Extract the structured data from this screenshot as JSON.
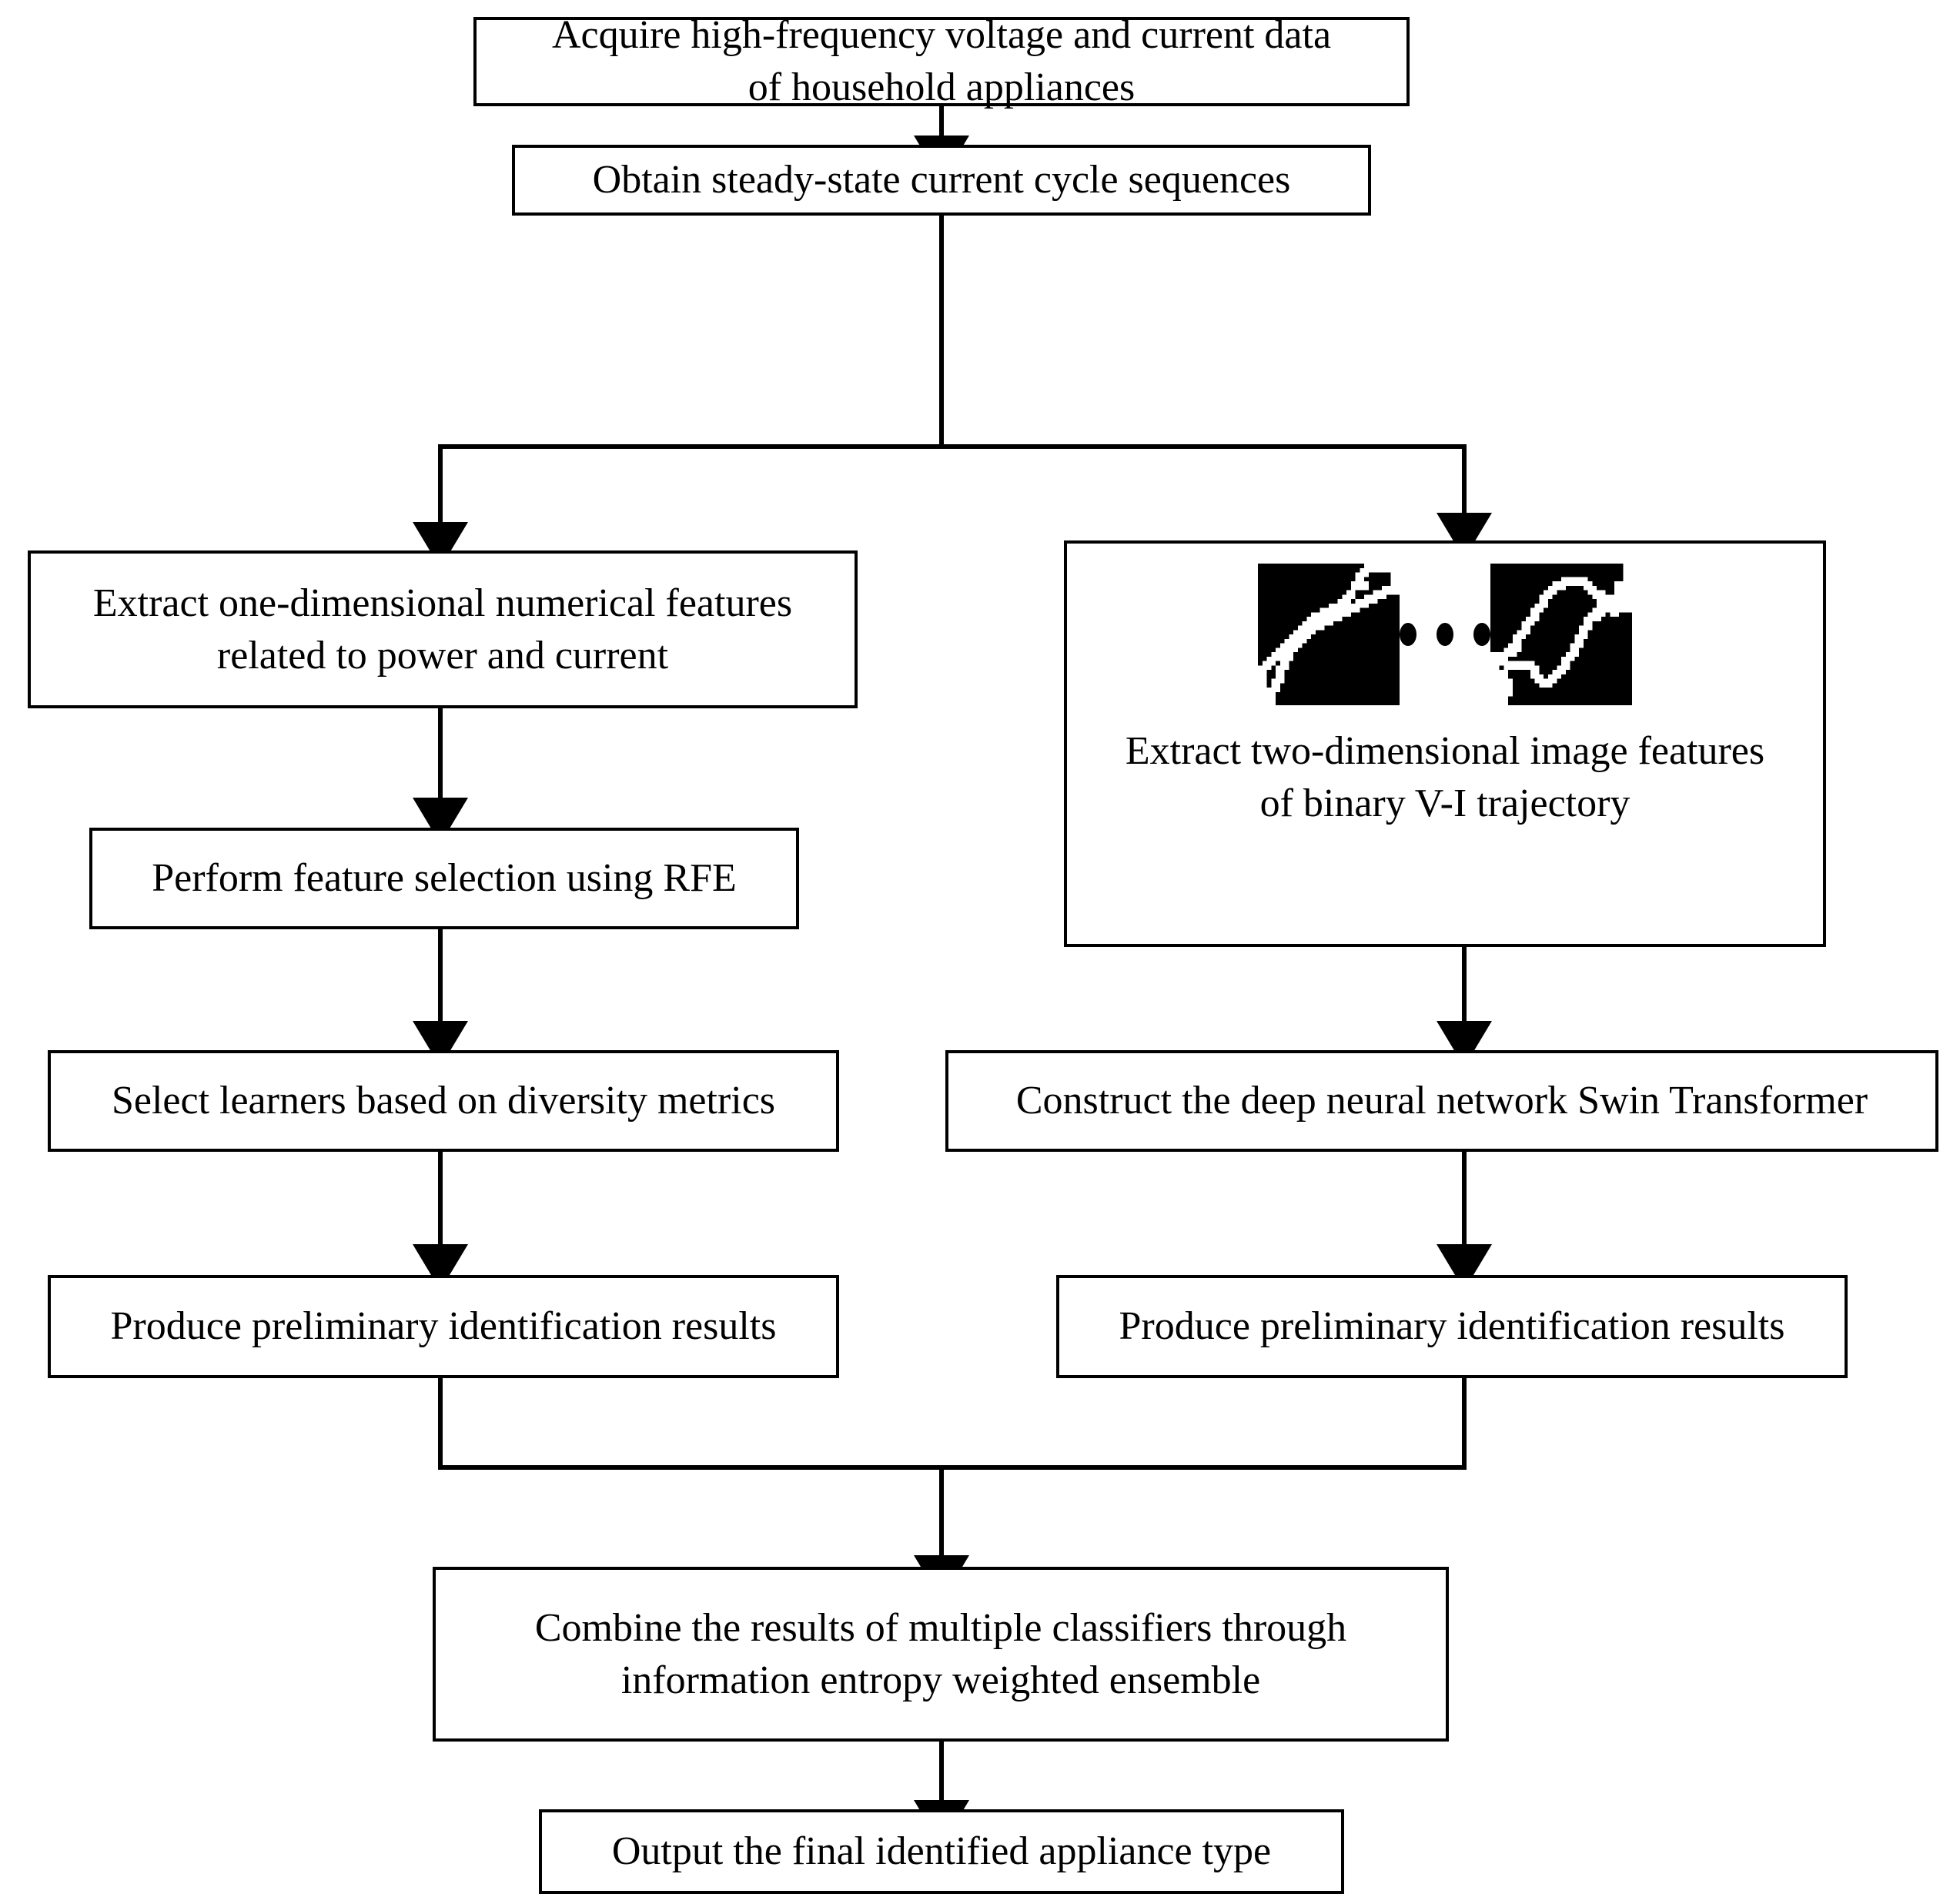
{
  "diagram": {
    "title": "Appliance identification method flowchart",
    "type": "flowchart",
    "orientation": "top-to-bottom",
    "stroke_color": "#000000",
    "fill_color": "#ffffff",
    "text_color": "#000000"
  },
  "nodes": {
    "acquire": {
      "label": "Acquire high-frequency voltage and current data\nof household appliances"
    },
    "steady_state": {
      "label": "Obtain steady-state current cycle sequences"
    },
    "extract_1d": {
      "label": "Extract one-dimensional numerical features\nrelated to power and current"
    },
    "extract_2d": {
      "label": "Extract two-dimensional  image features\nof binary V-I trajectory",
      "ellipsis": "• • •",
      "thumbnails": [
        {
          "name": "vi-trajectory-thumbnail-1",
          "description": "binary V-I trajectory, narrow diagonal loop"
        },
        {
          "name": "vi-trajectory-thumbnail-2",
          "description": "binary V-I trajectory, wide elliptical loop"
        }
      ]
    },
    "rfe": {
      "label": "Perform feature selection using RFE"
    },
    "diversity": {
      "label": "Select learners based on diversity metrics"
    },
    "swin": {
      "label": "Construct the deep neural network Swin Transformer"
    },
    "prelim_left": {
      "label": "Produce preliminary identification results"
    },
    "prelim_right": {
      "label": "Produce preliminary identification results"
    },
    "combine": {
      "label": "Combine the results of multiple classifiers through\ninformation entropy weighted ensemble"
    },
    "output": {
      "label": "Output the final identified appliance type"
    }
  },
  "edges": [
    {
      "from": "acquire",
      "to": "steady_state",
      "kind": "arrow-down"
    },
    {
      "from": "steady_state",
      "to": "extract_1d",
      "kind": "split-left"
    },
    {
      "from": "steady_state",
      "to": "extract_2d",
      "kind": "split-right"
    },
    {
      "from": "extract_1d",
      "to": "rfe",
      "kind": "arrow-down"
    },
    {
      "from": "rfe",
      "to": "diversity",
      "kind": "arrow-down"
    },
    {
      "from": "diversity",
      "to": "prelim_left",
      "kind": "arrow-down"
    },
    {
      "from": "extract_2d",
      "to": "swin",
      "kind": "arrow-down"
    },
    {
      "from": "swin",
      "to": "prelim_right",
      "kind": "arrow-down"
    },
    {
      "from": "prelim_left",
      "to": "combine",
      "kind": "merge-left"
    },
    {
      "from": "prelim_right",
      "to": "combine",
      "kind": "merge-right"
    },
    {
      "from": "combine",
      "to": "output",
      "kind": "arrow-down"
    }
  ]
}
